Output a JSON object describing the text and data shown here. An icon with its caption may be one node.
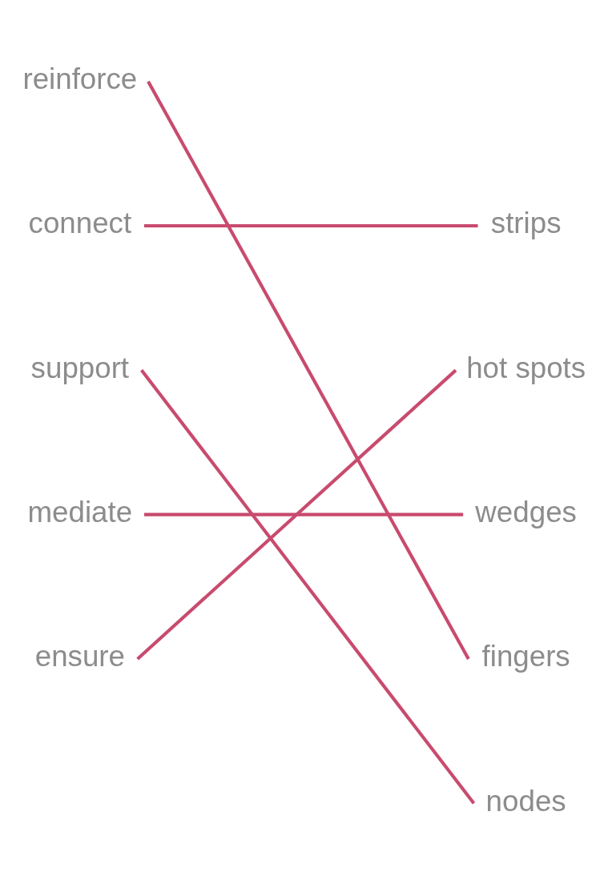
{
  "diagram": {
    "nodes": [
      {
        "text": [
          "reinforce"
        ]
      },
      {
        "text": [
          "connect"
        ]
      },
      {
        "text": [
          "support"
        ]
      },
      {
        "text": [
          "mediate"
        ]
      },
      {
        "text": [
          "ensure"
        ]
      },
      {
        "text": [
          "strips"
        ]
      },
      {
        "text": [
          "hot spots"
        ]
      },
      {
        "text": [
          "wedges"
        ]
      },
      {
        "text": [
          "fingers"
        ]
      },
      {
        "text": [
          "nodes"
        ]
      }
    ],
    "edges": [
      {
        "from": 0,
        "to": 8,
        "arrow": "none",
        "color": "#c84b6e"
      },
      {
        "from": 1,
        "to": 5,
        "arrow": "none",
        "color": "#c84b6e"
      },
      {
        "from": 2,
        "to": 9,
        "arrow": "none",
        "color": "#c84b6e"
      },
      {
        "from": 3,
        "to": 7,
        "arrow": "none",
        "color": "#c84b6e"
      },
      {
        "from": 4,
        "to": 6,
        "arrow": "none",
        "color": "#c84b6e"
      }
    ]
  }
}
